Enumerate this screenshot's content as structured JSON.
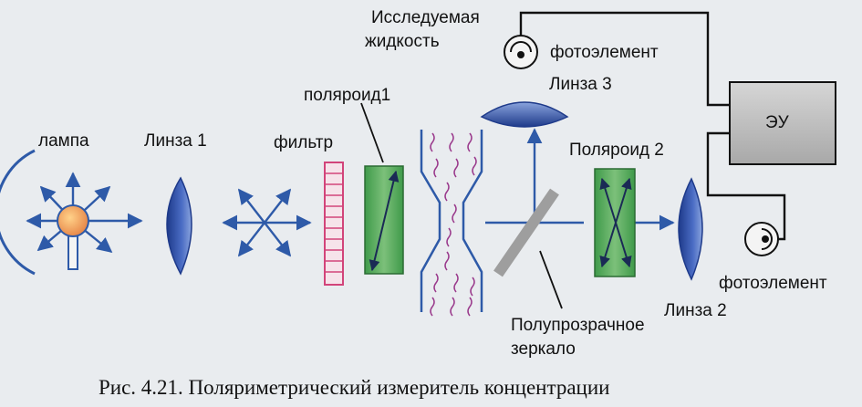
{
  "labels": {
    "lamp": "лампа",
    "lens1": "Линза 1",
    "filter": "фильтр",
    "polaroid1": "поляроид1",
    "liquid_line1": "Исследуемая",
    "liquid_line2": "жидкость",
    "photocell_top": "фотоэлемент",
    "lens3": "Линза 3",
    "eu": "ЭУ",
    "polaroid2": "Поляроид 2",
    "photocell_bottom": "фотоэлемент",
    "lens2": "Линза 2",
    "mirror_line1": "Полупрозрачное",
    "mirror_line2": "зеркало"
  },
  "caption": "Рис. 4.21. Поляриметрический измеритель концентрации",
  "colors": {
    "ray": "#2e5aa8",
    "lens": "#2f4b9c",
    "polaroid": "#4fa85a",
    "filter": "#d2447a",
    "bulb": "#f0a050",
    "mirror": "#a8a8a8",
    "eu_box": "#b8b8b8",
    "liquid_waves": "#9a3a8c"
  }
}
